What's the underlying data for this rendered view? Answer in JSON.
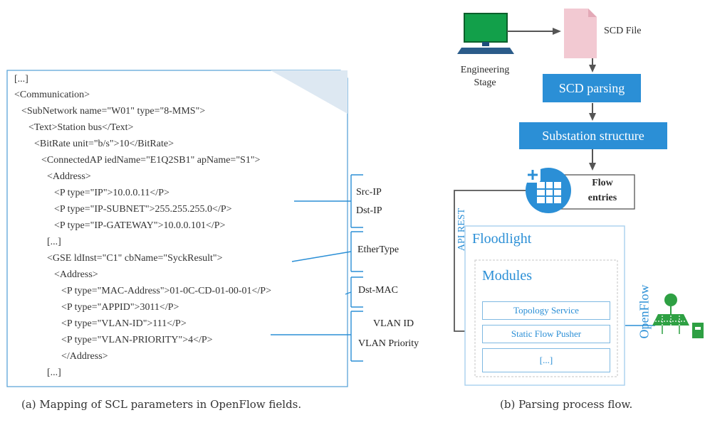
{
  "left_panel": {
    "code_lines": [
      "[...]",
      "<Communication>",
      "<SubNetwork name=\"W01\" type=\"8-MMS\">",
      "<Text>Station bus</Text>",
      "<BitRate unit=\"b/s\">10</BitRate>",
      "<ConnectedAP iedName=\"E1Q2SB1\" apName=\"S1\">",
      "<Address>",
      "<P type=\"IP\">10.0.0.11</P>",
      "<P type=\"IP-SUBNET\">255.255.255.0</P>",
      "<P type=\"IP-GATEWAY\">10.0.0.101</P>",
      "[...]",
      "<GSE ldInst=\"C1\" cbName=\"SyckResult\">",
      "<Address>",
      "<P type=\"MAC-Address\">01-0C-CD-01-00-01</P>",
      "<P type=\"APPID\">3011</P>",
      "<P type=\"VLAN-ID\">111</P>",
      "<P type=\"VLAN-PRIORITY\">4</P>",
      "</Address>",
      "[...]"
    ],
    "mapping_labels": {
      "src_ip": "Src-IP",
      "dst_ip": "Dst-IP",
      "ethertype": "EtherType",
      "dst_mac": "Dst-MAC",
      "vlan_id": "VLAN ID",
      "vlan_priority": "VLAN Priority"
    },
    "caption": "(a) Mapping of SCL parameters in OpenFlow fields."
  },
  "right_panel": {
    "engineering_stage": [
      "Engineering",
      "Stage"
    ],
    "scd_file": "SCD File",
    "scd_parsing": "SCD parsing",
    "substation_structure": "Substation structure",
    "flow_entries": [
      "Flow",
      "entries"
    ],
    "api_rest": "API REST",
    "floodlight": "Floodlight",
    "modules": "Modules",
    "module_items": [
      "Topology Service",
      "Static Flow Pusher",
      "[...]"
    ],
    "openflow": "OpenFlow",
    "caption": "(b) Parsing process flow."
  },
  "colors": {
    "accent_blue": "#2b8fd6",
    "light_blue_border": "#a9d0ee",
    "file_pink": "#f2c9d2",
    "monitor_green": "#12a04a",
    "switch_green": "#2ea043"
  }
}
